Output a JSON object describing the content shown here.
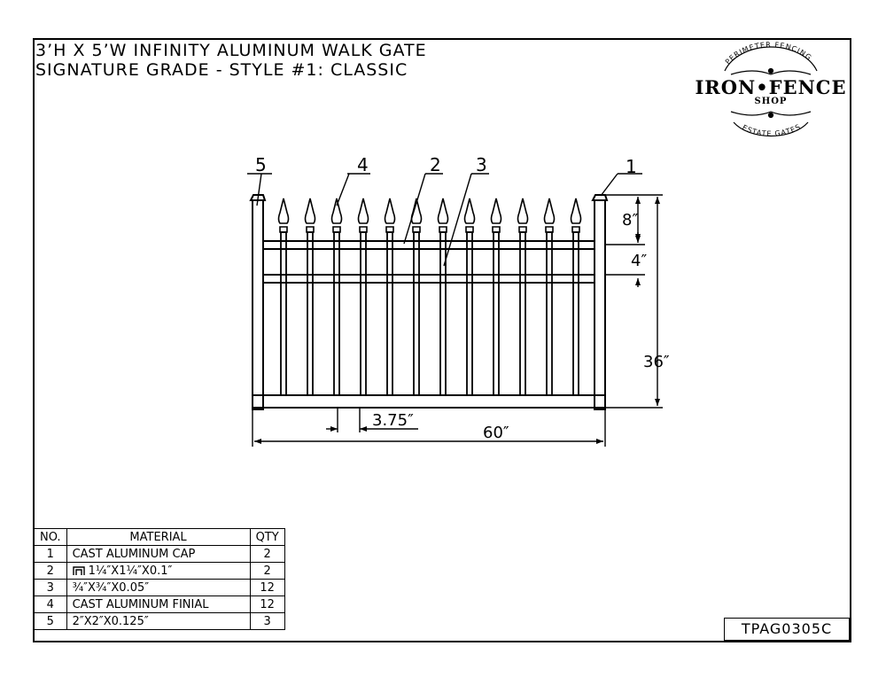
{
  "title": {
    "line1": "3’H X 5’W INFINITY ALUMINUM WALK GATE",
    "line2": "SIGNATURE GRADE - STYLE #1: CLASSIC"
  },
  "logo": {
    "top_arc": "PERIMETER FENCING",
    "main": "IRON•FENCE",
    "sub": "SHOP",
    "bottom_arc": "ESTATE GATES"
  },
  "callouts": [
    "5",
    "4",
    "2",
    "3",
    "1"
  ],
  "dimensions": {
    "finial_height": "8″",
    "rail_spacing": "4″",
    "height": "36″",
    "picket_spacing": "3.75″",
    "width": "60″"
  },
  "bom": {
    "headers": [
      "NO.",
      "MATERIAL",
      "QTY"
    ],
    "rows": [
      {
        "no": "1",
        "material": "CAST ALUMINUM CAP",
        "qty": "2"
      },
      {
        "no": "2",
        "material": "1¼″X1¼″X0.1″",
        "qty": "2",
        "icon": "channel-icon"
      },
      {
        "no": "3",
        "material": "¾″X¾″X0.05″",
        "qty": "12"
      },
      {
        "no": "4",
        "material": "CAST ALUMINUM FINIAL",
        "qty": "12"
      },
      {
        "no": "5",
        "material": "2″X2″X0.125″",
        "qty": "3"
      }
    ]
  },
  "part_number": "TPAG0305C"
}
